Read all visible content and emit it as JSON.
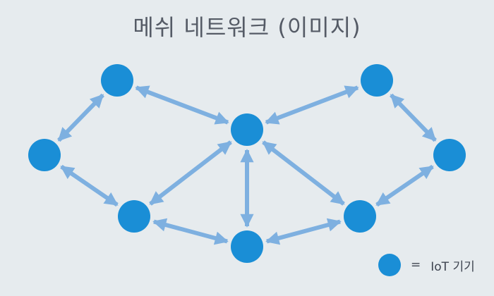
{
  "title": "메쉬 네트워크 (이미지)",
  "colors": {
    "background": "#e6ebee",
    "node": "#1a8ed6",
    "link": "#7eb0e0",
    "title": "#555b66"
  },
  "nodes": [
    {
      "id": "top-left"
    },
    {
      "id": "left"
    },
    {
      "id": "bottom-left"
    },
    {
      "id": "center"
    },
    {
      "id": "bottom-center"
    },
    {
      "id": "top-right"
    },
    {
      "id": "right"
    },
    {
      "id": "bottom-right"
    }
  ],
  "links": [
    [
      "top-left",
      "left"
    ],
    [
      "left",
      "bottom-left"
    ],
    [
      "top-left",
      "center"
    ],
    [
      "bottom-left",
      "center"
    ],
    [
      "bottom-left",
      "bottom-center"
    ],
    [
      "center",
      "bottom-center"
    ],
    [
      "center",
      "top-right"
    ],
    [
      "center",
      "bottom-right"
    ],
    [
      "bottom-center",
      "bottom-right"
    ],
    [
      "top-right",
      "right"
    ],
    [
      "right",
      "bottom-right"
    ]
  ],
  "legend": {
    "equals": "=",
    "label": "IoT 기기"
  }
}
